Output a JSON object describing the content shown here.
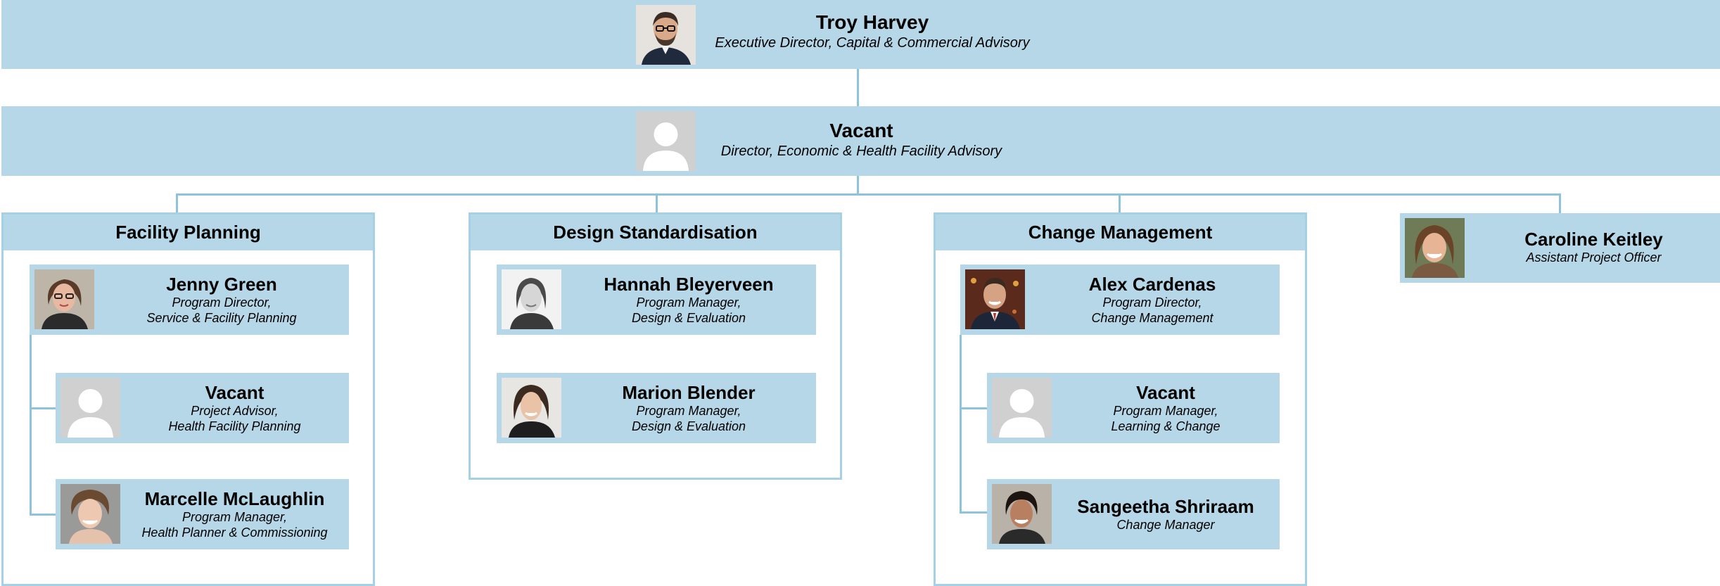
{
  "colors": {
    "box_fill": "#b5d7e8",
    "connector": "#8ec3dd",
    "group_border": "#a6d0e6",
    "placeholder_bg": "#d0d0d0"
  },
  "executive": {
    "name": "Troy Harvey",
    "role": "Executive Director, Capital & Commercial Advisory",
    "photo_icon": "person-photo-man-glasses"
  },
  "director": {
    "name": "Vacant",
    "role": "Director, Economic & Health Facility Advisory",
    "photo_icon": "vacant-silhouette-icon"
  },
  "groups": [
    {
      "title": "Facility Planning",
      "members": [
        {
          "name": "Jenny Green",
          "role_line1": "Program Director,",
          "role_line2": "Service & Facility Planning",
          "photo_icon": "person-photo-woman-glasses"
        },
        {
          "name": "Vacant",
          "role_line1": "Project Advisor,",
          "role_line2": "Health Facility Planning",
          "photo_icon": "vacant-silhouette-icon"
        },
        {
          "name": "Marcelle McLaughlin",
          "role_line1": "Program Manager,",
          "role_line2": "Health Planner & Commissioning",
          "photo_icon": "person-photo-woman-curly"
        }
      ]
    },
    {
      "title": "Design Standardisation",
      "members": [
        {
          "name": "Hannah Bleyerveen",
          "role_line1": "Program Manager,",
          "role_line2": "Design & Evaluation",
          "photo_icon": "person-photo-woman-bw"
        },
        {
          "name": "Marion Blender",
          "role_line1": "Program Manager,",
          "role_line2": "Design & Evaluation",
          "photo_icon": "person-photo-woman-dark-hair"
        }
      ]
    },
    {
      "title": "Change Management",
      "members": [
        {
          "name": "Alex Cardenas",
          "role_line1": "Program Director,",
          "role_line2": "Change Management",
          "photo_icon": "person-photo-man-suit"
        },
        {
          "name": "Vacant",
          "role_line1": "Program Manager,",
          "role_line2": "Learning & Change",
          "photo_icon": "vacant-silhouette-icon"
        },
        {
          "name": "Sangeetha Shriraam",
          "role_line1": "Change Manager",
          "role_line2": "",
          "photo_icon": "person-photo-woman-smiling"
        }
      ]
    }
  ],
  "assistant": {
    "name": "Caroline Keitley",
    "role": "Assistant Project Officer",
    "photo_icon": "person-photo-woman-brown-hair"
  }
}
